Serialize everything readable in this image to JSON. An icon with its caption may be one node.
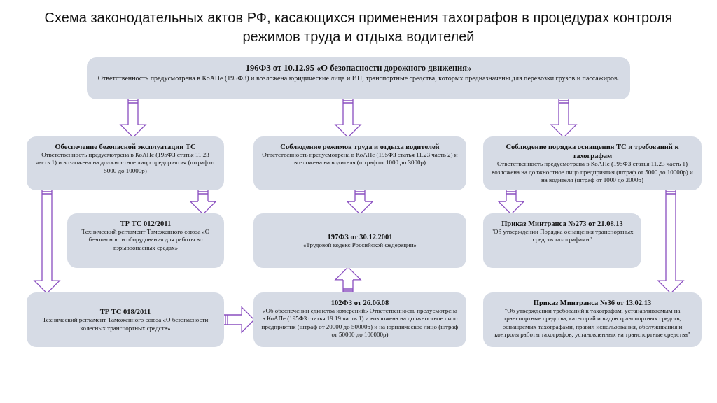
{
  "diagram": {
    "title": "Схема законодательных актов РФ, касающихся применения тахографов в процедурах контроля режимов труда и отдыха водителей",
    "nodes": [
      {
        "text": [
          "196ФЗ от 10.12.95 «О безопасности дорожного движения»",
          "Ответственность предусмотрена в КоАПе (195ФЗ) и возложена юридические лица и ИП, транспортные средства, которых предназначены для перевозки грузов и пассажиров."
        ]
      },
      {
        "text": [
          "Обеспечение безопасной эксплуатации ТС",
          "Ответственность предусмотрена в КоАПе (195ФЗ статья 11.23 часть 1) и возложена на должностное лицо предприятия (штраф от 5000 до 10000р)"
        ]
      },
      {
        "text": [
          "Соблюдение режимов труда и отдыха водителей",
          "Ответственность предусмотрена в КоАПе (195ФЗ статья 11.23 часть 2) и возложена на водителя (штраф от 1000 до 3000р)"
        ]
      },
      {
        "text": [
          "Соблюдение порядка оснащения ТС и требований к тахографам",
          "Ответственность предусмотрена в КоАПе (195ФЗ статья 11.23 часть 1) возложена на должностное лицо предприятия (штраф от 5000 до 10000р) и на водителя (штраф от 1000 до 3000р)"
        ]
      },
      {
        "text": [
          "ТР ТС 012/2011",
          "Технический регламент Таможенного союза «О безопасности оборудования для работы во взрывоопасных средах»"
        ]
      },
      {
        "text": [
          "197ФЗ от 30.12.2001",
          "«Трудовой кодекс Российской федерации»"
        ]
      },
      {
        "text": [
          "Приказ Минтранса №273 от 21.08.13",
          "\"Об утверждении Порядка оснащения транспортных средств тахографами\""
        ]
      },
      {
        "text": [
          "ТР ТС 018/2011",
          "Технический регламент Таможенного союза «О безопасности колесных транспортных средств»"
        ]
      },
      {
        "text": [
          "102ФЗ от 26.06.08",
          "«Об обеспечении единства измерений» Ответственность предусмотрена в КоАПе (195ФЗ статья 19.19 часть 1) и возложена на должностное лицо предприятия (штраф от 20000 до 50000р) и на юридическое лицо (штраф от 50000 до 100000р)"
        ]
      },
      {
        "text": [
          "Приказ Минтранса №36 от 13.02.13",
          "\"Об утверждении требований к тахографам, устанавливаемым на транспортные средства, категорий и видов транспортных средств, оснащаемых тахографами, правил использования, обслуживания и контроля работы тахографов, установленных на транспортные средства\""
        ]
      }
    ],
    "edges": [
      {
        "from": 0,
        "to": 1,
        "arrow": "to"
      },
      {
        "from": 0,
        "to": 2,
        "arrow": "to"
      },
      {
        "from": 0,
        "to": 3,
        "arrow": "to"
      },
      {
        "from": 1,
        "to": 4,
        "arrow": "to"
      },
      {
        "from": 1,
        "to": 7,
        "arrow": "to"
      },
      {
        "from": 2,
        "to": 5,
        "arrow": "to"
      },
      {
        "from": 3,
        "to": 6,
        "arrow": "to"
      },
      {
        "from": 3,
        "to": 9,
        "arrow": "to"
      },
      {
        "from": 8,
        "to": 5,
        "arrow": "to"
      },
      {
        "from": 7,
        "to": 8,
        "arrow": "to"
      }
    ]
  }
}
